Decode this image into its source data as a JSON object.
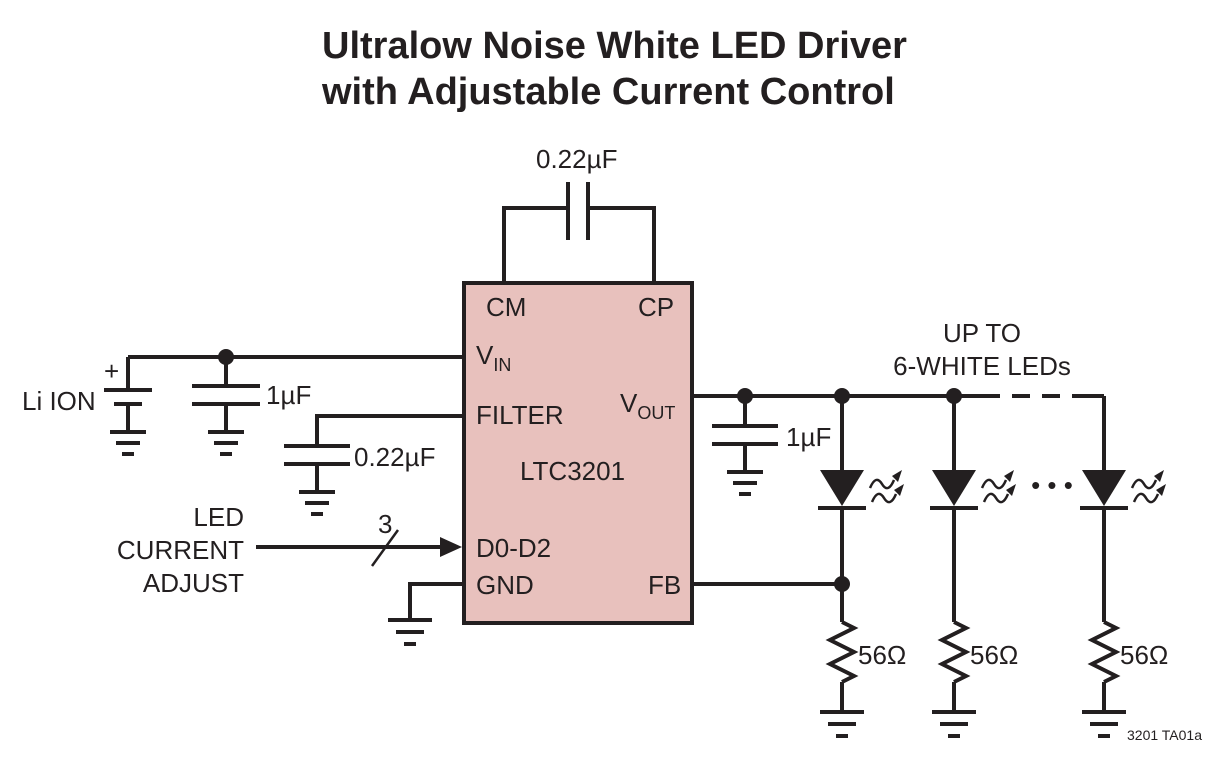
{
  "title": {
    "line1": "Ultralow Noise White LED Driver",
    "line2": "with Adjustable Current Control"
  },
  "ic": {
    "name": "LTC3201",
    "fill": "#e8c1bd",
    "pins": {
      "cm": "CM",
      "cp": "CP",
      "vin_main": "V",
      "vin_sub": "IN",
      "filter": "FILTER",
      "vout_main": "V",
      "vout_sub": "OUT",
      "d0d2": "D0-D2",
      "gnd": "GND",
      "fb": "FB"
    }
  },
  "components": {
    "flying_cap": "0.22µF",
    "input_cap": "1µF",
    "filter_cap": "0.22µF",
    "output_cap": "1µF",
    "battery": "Li ION",
    "battery_plus": "+",
    "resistors": [
      "56Ω",
      "56Ω",
      "56Ω"
    ]
  },
  "labels": {
    "led_header_line1": "UP TO",
    "led_header_line2": "6-WHITE LEDs",
    "current_adjust_line1": "LED",
    "current_adjust_line2": "CURRENT",
    "current_adjust_line3": "ADJUST",
    "bus_width": "3",
    "ellipsis": "• • •",
    "figure_ref": "3201 TA01a"
  }
}
